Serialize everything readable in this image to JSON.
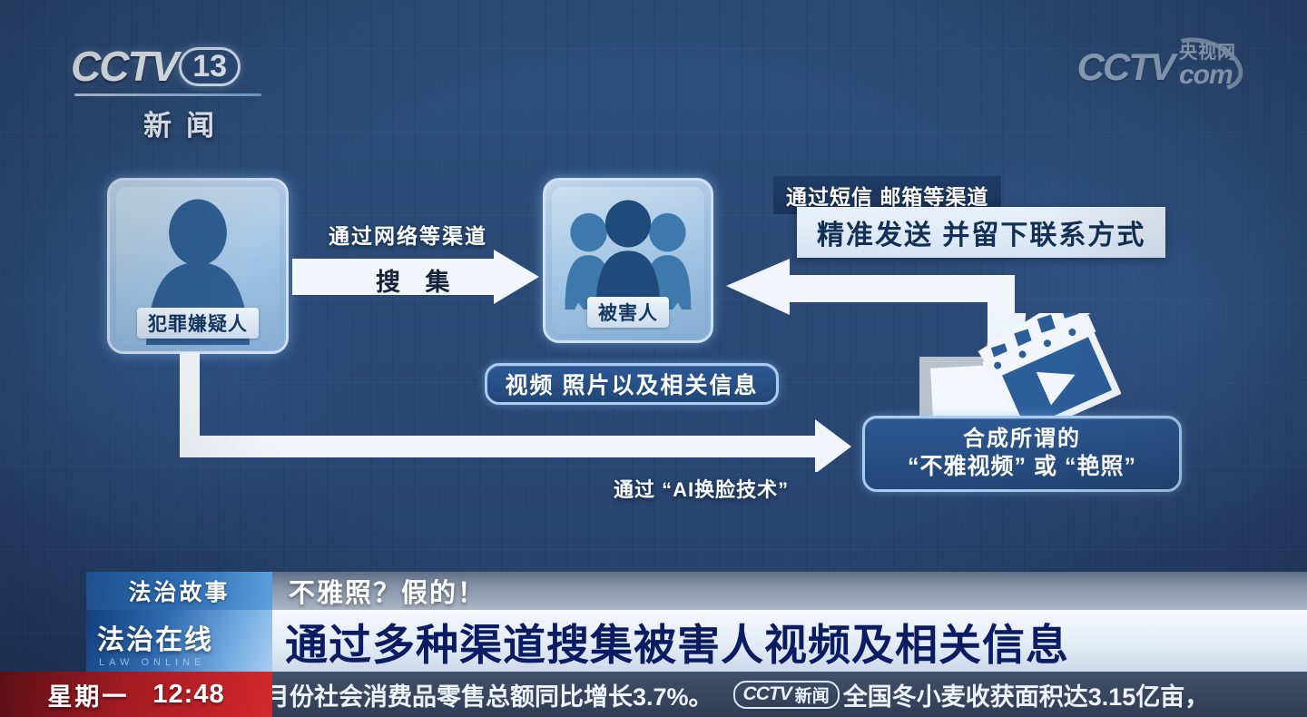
{
  "channel": {
    "logo_text": "CCTV",
    "logo_number": "13",
    "logo_sub": "新闻"
  },
  "watermark": {
    "cctv": "CCTV",
    "cn": "央视网",
    "com": "com"
  },
  "diagram": {
    "suspect_card": {
      "label": "犯罪嫌疑人",
      "icon": "person-silhouette-icon"
    },
    "victim_card": {
      "label": "被害人",
      "icon": "three-people-icon"
    },
    "collect_arrow": {
      "top_label": "通过网络等渠道",
      "arrow_text": "搜 集"
    },
    "send_callout": {
      "strip": "通过短信 邮箱等渠道",
      "bar": "精准发送    并留下联系方式"
    },
    "info_pill": "视频  照片以及相关信息",
    "ai_label": "通过 “AI换脸技术”",
    "synth_box": {
      "line1": "合成所谓的",
      "line2": "“不雅视频” 或 “艳照”"
    },
    "media_icons": [
      "film-clapperboard-icon",
      "play-button-icon",
      "photo-card-icon"
    ]
  },
  "banner": {
    "program_tag": "法治故事",
    "program_name": "法治在线",
    "program_name_en": "LAW  ONLINE",
    "kicker": "不雅照？假的！",
    "headline": "通过多种渠道搜集被害人视频及相关信息"
  },
  "ticker": {
    "weekday": "星期一",
    "time": "12:48",
    "item1": "月份社会消费品零售总额同比增长3.7%。",
    "badge_cctv": "CCTV",
    "badge_news": "新闻",
    "item2": "全国冬小麦收获面积达3.15亿亩，"
  },
  "colors": {
    "background_blue": "#2b4a76",
    "accent_light": "#cfe0f4",
    "headline_navy": "#0b1c63",
    "ticker_red": "#a11b22"
  }
}
